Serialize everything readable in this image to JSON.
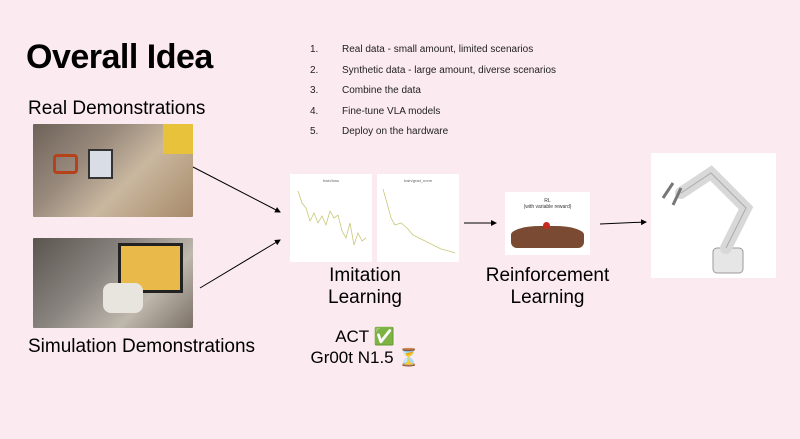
{
  "title": "Overall Idea",
  "real_label": "Real Demonstrations",
  "sim_label": "Simulation Demonstrations",
  "steps": [
    {
      "num": "1.",
      "text": "Real data - small amount, limited scenarios"
    },
    {
      "num": "2.",
      "text": "Synthetic data - large amount, diverse scenarios"
    },
    {
      "num": "3.",
      "text": "Combine the data"
    },
    {
      "num": "4.",
      "text": "Fine-tune VLA models"
    },
    {
      "num": "5.",
      "text": "Deploy on the hardware"
    }
  ],
  "imitation": {
    "line1": "Imitation",
    "line2": "Learning",
    "chart1_title": "train/loss",
    "chart2_title": "train/grad_norm"
  },
  "rl": {
    "line1": "Reinforcement",
    "line2": "Learning",
    "cake_text1": "RL",
    "cake_text2": "(with variable reward)"
  },
  "models": [
    {
      "name": "ACT",
      "status": "✅"
    },
    {
      "name": "Gr00t N1.5",
      "status": "⏳"
    }
  ]
}
